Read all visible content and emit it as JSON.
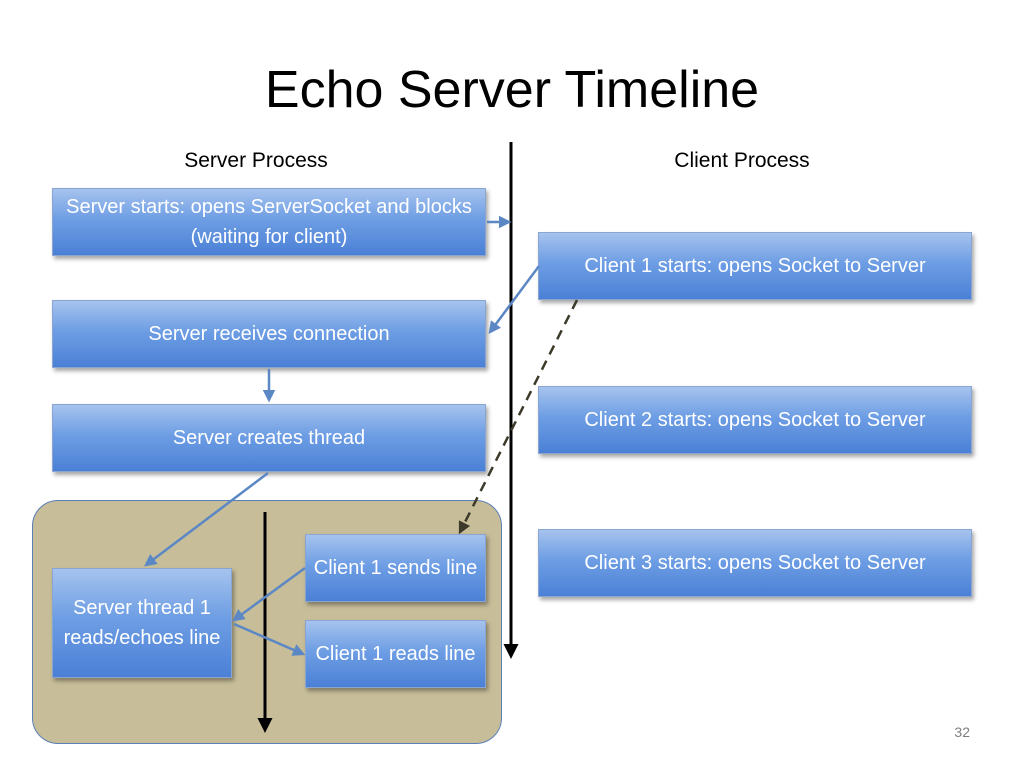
{
  "slide": {
    "title": "Echo Server Timeline",
    "page_number": "32"
  },
  "columns": {
    "server": "Server Process",
    "client": "Client Process"
  },
  "boxes": {
    "server_starts": "Server starts: opens ServerSocket and blocks (waiting for client)",
    "server_receives": "Server receives connection",
    "server_creates_thread": "Server creates thread",
    "server_thread_echo": "Server thread 1 reads/echoes line",
    "client1_sends": "Client 1 sends line",
    "client1_reads": "Client 1 reads line",
    "client1_starts": "Client 1 starts: opens Socket to Server",
    "client2_starts": "Client 2 starts: opens Socket to Server",
    "client3_starts": "Client 3 starts: opens Socket to Server"
  },
  "colors": {
    "box_top": "#a6c3ee",
    "box_bottom": "#4b80d6",
    "connector": "#5b87c5",
    "thread_panel": "#c7bd99",
    "timeline": "#000000"
  }
}
